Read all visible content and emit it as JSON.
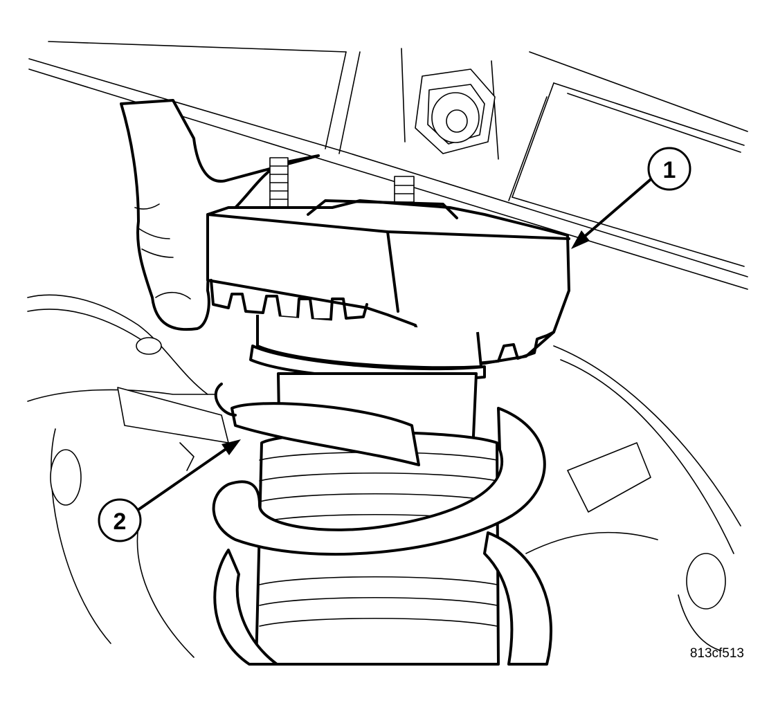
{
  "callouts": [
    {
      "number": "1"
    },
    {
      "number": "2"
    }
  ],
  "figure_id": "813cf513",
  "colors": {
    "ink": "#000000",
    "paper": "#ffffff"
  }
}
